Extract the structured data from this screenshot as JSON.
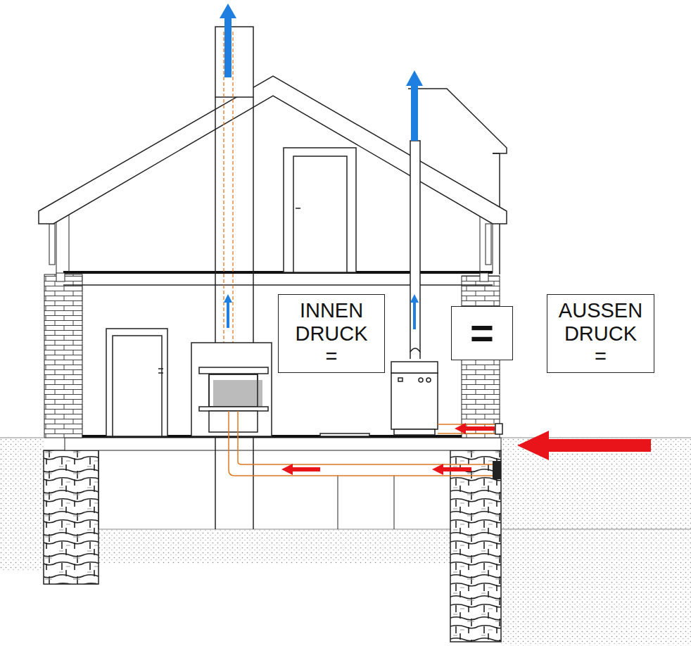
{
  "diagram": {
    "nodes": [
      {
        "text": [
          "INNEN DRUCK ="
        ]
      },
      {
        "text": [
          "="
        ]
      },
      {
        "text": [
          "AUSSEN DRUCK ="
        ]
      }
    ]
  }
}
